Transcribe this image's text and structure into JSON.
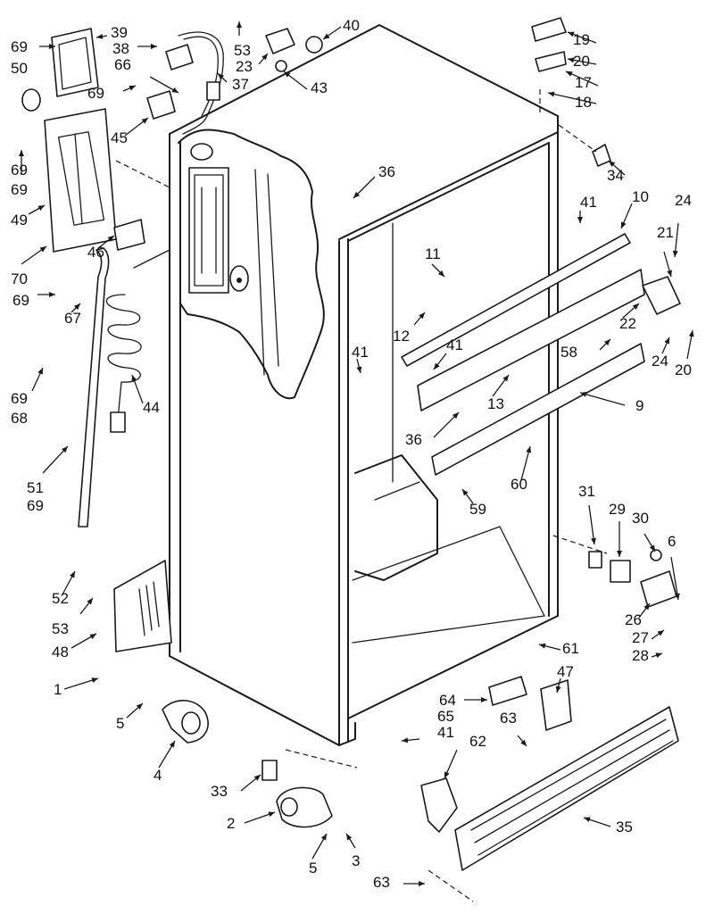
{
  "labels": [
    {
      "id": "1",
      "text": "1"
    },
    {
      "id": "2",
      "text": "2"
    },
    {
      "id": "3",
      "text": "3"
    },
    {
      "id": "4",
      "text": "4"
    },
    {
      "id": "5a",
      "text": "5"
    },
    {
      "id": "5b",
      "text": "5"
    },
    {
      "id": "6",
      "text": "6"
    },
    {
      "id": "9",
      "text": "9"
    },
    {
      "id": "10",
      "text": "10"
    },
    {
      "id": "11",
      "text": "11"
    },
    {
      "id": "12",
      "text": "12"
    },
    {
      "id": "13",
      "text": "13"
    },
    {
      "id": "17",
      "text": "17"
    },
    {
      "id": "18",
      "text": "18"
    },
    {
      "id": "19",
      "text": "19"
    },
    {
      "id": "20a",
      "text": "20"
    },
    {
      "id": "20b",
      "text": "20"
    },
    {
      "id": "21",
      "text": "21"
    },
    {
      "id": "22",
      "text": "22"
    },
    {
      "id": "23",
      "text": "23"
    },
    {
      "id": "24a",
      "text": "24"
    },
    {
      "id": "24b",
      "text": "24"
    },
    {
      "id": "26",
      "text": "26"
    },
    {
      "id": "27",
      "text": "27"
    },
    {
      "id": "28",
      "text": "28"
    },
    {
      "id": "29",
      "text": "29"
    },
    {
      "id": "30",
      "text": "30"
    },
    {
      "id": "31",
      "text": "31"
    },
    {
      "id": "33",
      "text": "33"
    },
    {
      "id": "34",
      "text": "34"
    },
    {
      "id": "35",
      "text": "35"
    },
    {
      "id": "36a",
      "text": "36"
    },
    {
      "id": "36b",
      "text": "36"
    },
    {
      "id": "37",
      "text": "37"
    },
    {
      "id": "38",
      "text": "38"
    },
    {
      "id": "39",
      "text": "39"
    },
    {
      "id": "40",
      "text": "40"
    },
    {
      "id": "41a",
      "text": "41"
    },
    {
      "id": "41b",
      "text": "41"
    },
    {
      "id": "41c",
      "text": "41"
    },
    {
      "id": "41d",
      "text": "41"
    },
    {
      "id": "43",
      "text": "43"
    },
    {
      "id": "44",
      "text": "44"
    },
    {
      "id": "45",
      "text": "45"
    },
    {
      "id": "46",
      "text": "46"
    },
    {
      "id": "47",
      "text": "47"
    },
    {
      "id": "48",
      "text": "48"
    },
    {
      "id": "49",
      "text": "49"
    },
    {
      "id": "50",
      "text": "50"
    },
    {
      "id": "51",
      "text": "51"
    },
    {
      "id": "52",
      "text": "52"
    },
    {
      "id": "53a",
      "text": "53"
    },
    {
      "id": "53b",
      "text": "53"
    },
    {
      "id": "58",
      "text": "58"
    },
    {
      "id": "59",
      "text": "59"
    },
    {
      "id": "60",
      "text": "60"
    },
    {
      "id": "61",
      "text": "61"
    },
    {
      "id": "62",
      "text": "62"
    },
    {
      "id": "63a",
      "text": "63"
    },
    {
      "id": "63b",
      "text": "63"
    },
    {
      "id": "64",
      "text": "64"
    },
    {
      "id": "65",
      "text": "65"
    },
    {
      "id": "66",
      "text": "66"
    },
    {
      "id": "67",
      "text": "67"
    },
    {
      "id": "68",
      "text": "68"
    },
    {
      "id": "69a",
      "text": "69"
    },
    {
      "id": "69b",
      "text": "69"
    },
    {
      "id": "69c",
      "text": "69"
    },
    {
      "id": "69d",
      "text": "69"
    },
    {
      "id": "69e",
      "text": "69"
    },
    {
      "id": "69f",
      "text": "69"
    },
    {
      "id": "69g",
      "text": "69"
    },
    {
      "id": "70",
      "text": "70"
    }
  ]
}
